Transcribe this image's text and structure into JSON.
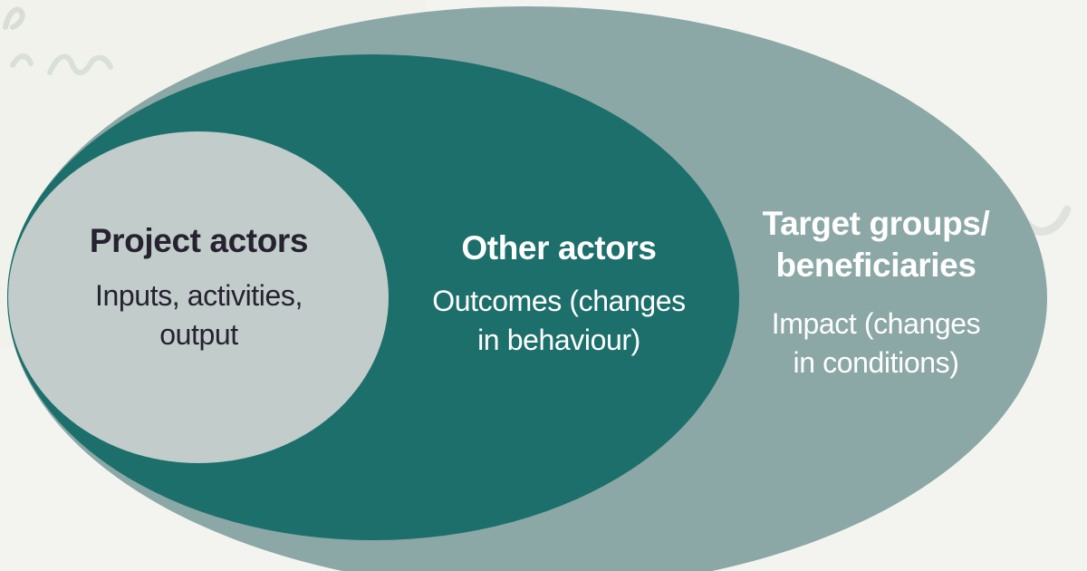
{
  "background": {
    "color": "#f3f4ef",
    "artifacts": [
      {
        "name": "faint-handwriting-marks",
        "color": "#c2cdc7"
      },
      {
        "name": "faint-check-mark",
        "color": "#d4d8d2"
      }
    ]
  },
  "rings": [
    {
      "name": "target-groups-beneficiaries",
      "fill": "#8ba7a6",
      "text_color": "#ffffff",
      "title_line1": "Target groups/",
      "title_line2": "beneficiaries",
      "subtitle_line1": "Impact (changes",
      "subtitle_line2": "in conditions)"
    },
    {
      "name": "other-actors",
      "fill": "#1c6f6b",
      "text_color": "#ffffff",
      "title_line1": "Other actors",
      "subtitle_line1": "Outcomes (changes",
      "subtitle_line2": "in behaviour)"
    },
    {
      "name": "project-actors",
      "fill": "#c1cccb",
      "text_color": "#262230",
      "title_line1": "Project actors",
      "subtitle_line1": "Inputs, activities,",
      "subtitle_line2": "output"
    }
  ]
}
